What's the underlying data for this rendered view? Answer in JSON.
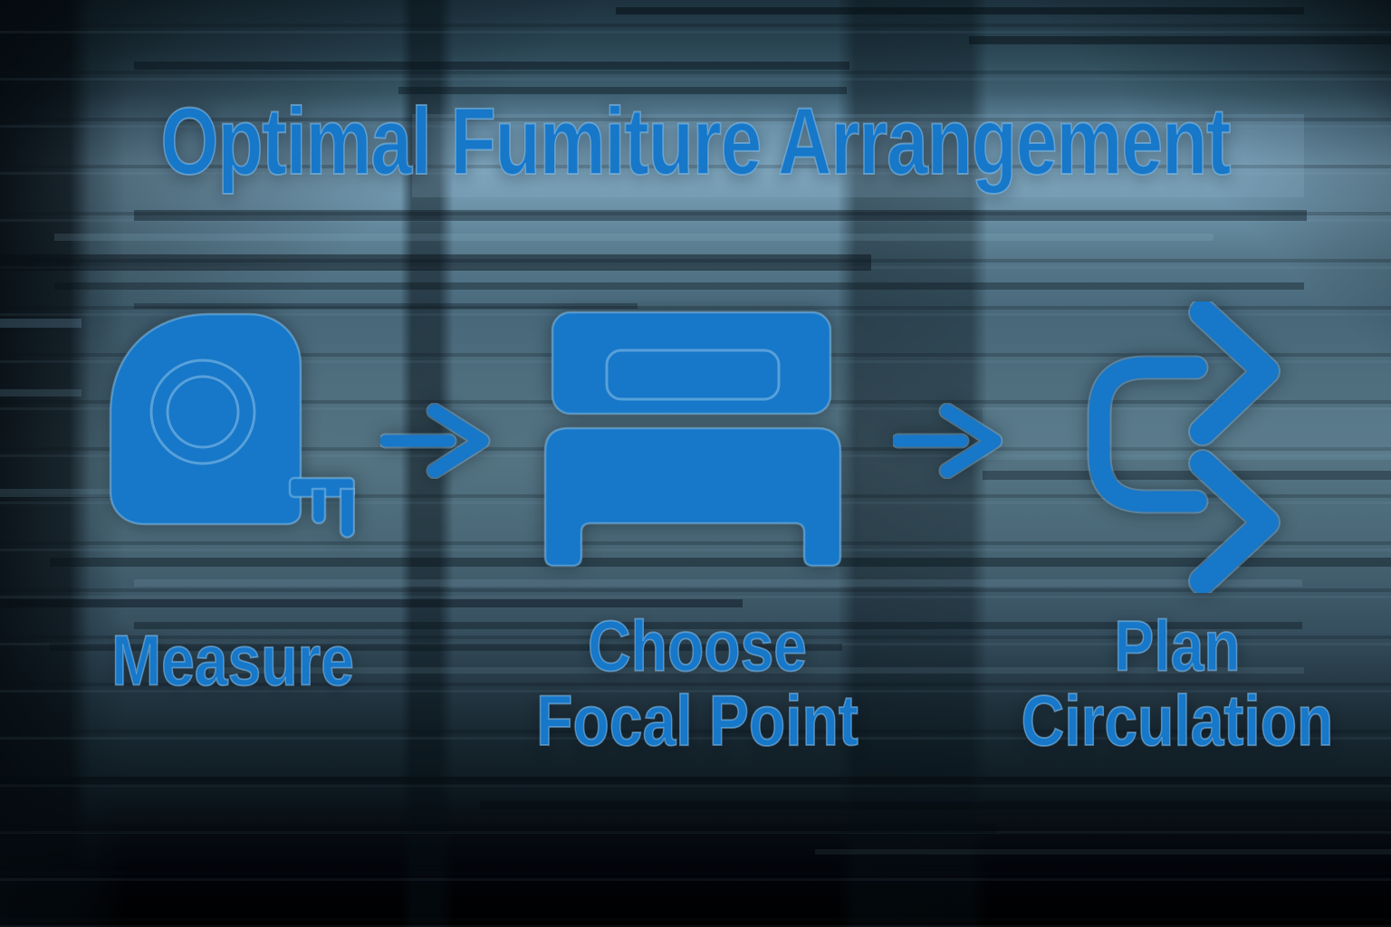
{
  "title": "Optimal Fumiture Arrangement",
  "steps": [
    {
      "id": "measure",
      "icon": "tape-measure-icon",
      "label_line1": "Measure"
    },
    {
      "id": "choose-focal-point",
      "icon": "bed-icon",
      "label_line1": "Choose",
      "label_line2": "Focal Point"
    },
    {
      "id": "plan-circulation",
      "icon": "circulation-arrows-icon",
      "label_line1": "Plan",
      "label_line2": "Circulation"
    }
  ],
  "connectors": [
    {
      "icon": "right-arrow-icon"
    },
    {
      "icon": "right-arrow-icon"
    }
  ],
  "colors": {
    "accent": "#1777c8",
    "icon_outline": "#8cc3ea",
    "background_dark": "#0a141b",
    "background_mid": "#4f6e7e",
    "background_light": "#7aa2ba"
  }
}
